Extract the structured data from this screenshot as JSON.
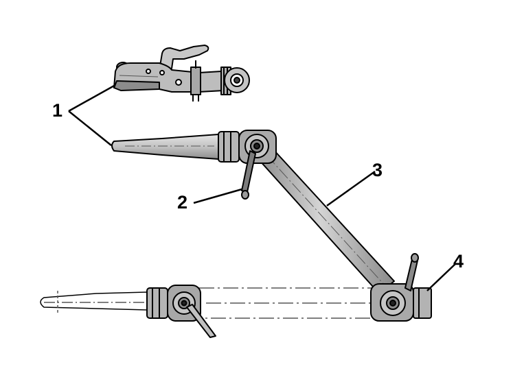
{
  "callouts": {
    "part_1": "1",
    "part_2": "2",
    "part_3": "3",
    "part_4": "4"
  },
  "colors": {
    "metal": "#b8b8b8",
    "metal_dark": "#7a7a7a",
    "outline": "#000000",
    "ghost_line": "#555555",
    "background": "#ffffff"
  }
}
